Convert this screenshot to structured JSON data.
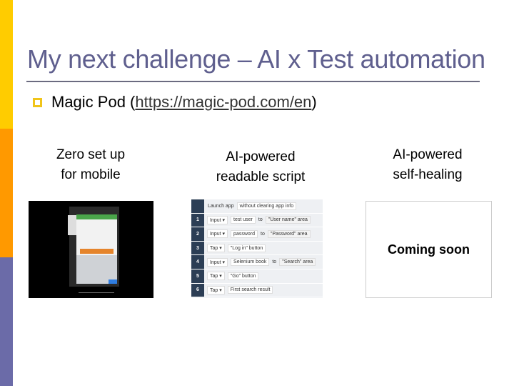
{
  "slide": {
    "title": "My next challenge – AI x Test automation",
    "bullet": {
      "prefix": "Magic Pod (",
      "link": "https://magic-pod.com/en",
      "suffix": ")"
    },
    "columns": [
      {
        "caption_line1": "Zero set up",
        "caption_line2": "for mobile"
      },
      {
        "caption_line1": "AI-powered",
        "caption_line2": "readable script"
      },
      {
        "caption_line1": "AI-powered",
        "caption_line2": "self-healing"
      }
    ],
    "coming_soon": "Coming soon",
    "script": {
      "header": {
        "label": "Launch app",
        "option": "without clearing app info"
      },
      "steps": [
        {
          "num": "1",
          "action": "Input",
          "value": "test user",
          "to": "to",
          "target": "\"User name\" area"
        },
        {
          "num": "2",
          "action": "Input",
          "value": "password",
          "to": "to",
          "target": "\"Password\" area"
        },
        {
          "num": "3",
          "action": "Tap",
          "value": "\"Log in\" button"
        },
        {
          "num": "4",
          "action": "Input",
          "value": "Selenium book",
          "to": "to",
          "target": "\"Search\" area"
        },
        {
          "num": "5",
          "action": "Tap",
          "value": "\"Go\" button"
        },
        {
          "num": "6",
          "action": "Tap",
          "value": "First search result"
        }
      ]
    }
  },
  "colors": {
    "yellow": "#FFCC00",
    "orange": "#FF9900",
    "purple": "#6B6BA8",
    "title": "#5f5f8e"
  }
}
